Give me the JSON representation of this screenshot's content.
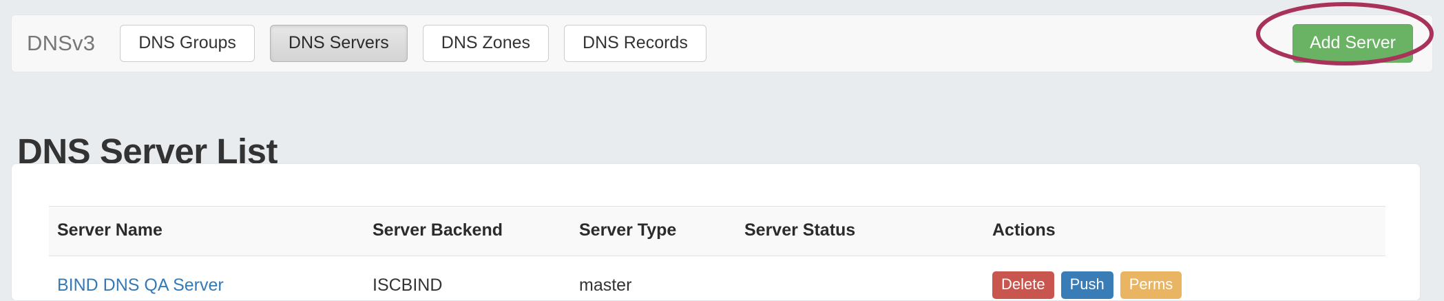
{
  "navbar": {
    "brand": "DNSv3",
    "items": [
      {
        "label": "DNS Groups",
        "active": false
      },
      {
        "label": "DNS Servers",
        "active": true
      },
      {
        "label": "DNS Zones",
        "active": false
      },
      {
        "label": "DNS Records",
        "active": false
      }
    ],
    "add_server_label": "Add Server",
    "add_server_color": "#6ab364"
  },
  "annotation": {
    "shape": "ellipse",
    "target": "add-server-button",
    "color": "#a8325a"
  },
  "page": {
    "title": "DNS Server List",
    "background_color": "#e9ecef"
  },
  "table": {
    "columns": [
      "Server Name",
      "Server Backend",
      "Server Type",
      "Server Status",
      "Actions"
    ],
    "rows": [
      {
        "server_name": "BIND DNS QA Server",
        "server_backend": "ISCBIND",
        "server_type": "master",
        "server_status": "",
        "actions": [
          {
            "label": "Delete",
            "color": "#c9564e"
          },
          {
            "label": "Push",
            "color": "#3a7cb5"
          },
          {
            "label": "Perms",
            "color": "#e9b563"
          }
        ]
      }
    ]
  }
}
